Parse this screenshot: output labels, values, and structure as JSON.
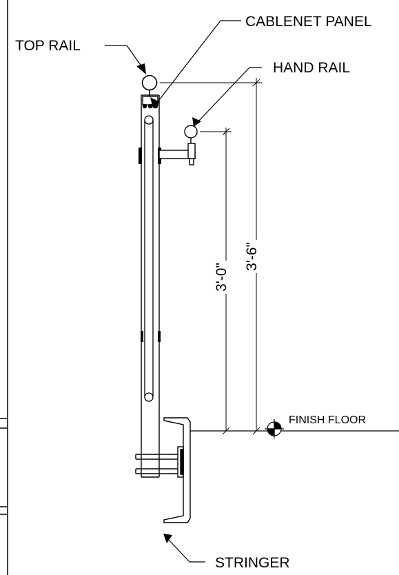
{
  "labels": {
    "top_rail": "TOP RAIL",
    "cablenet_panel": "CABLENET PANEL",
    "hand_rail": "HAND RAIL",
    "finish_floor": "FINISH FLOOR",
    "stringer": "STRINGER"
  },
  "dimensions": {
    "handrail_height": "3'-0\"",
    "toprail_height": "3'-6\""
  },
  "colors": {
    "line": "#000000",
    "background": "#ffffff"
  }
}
